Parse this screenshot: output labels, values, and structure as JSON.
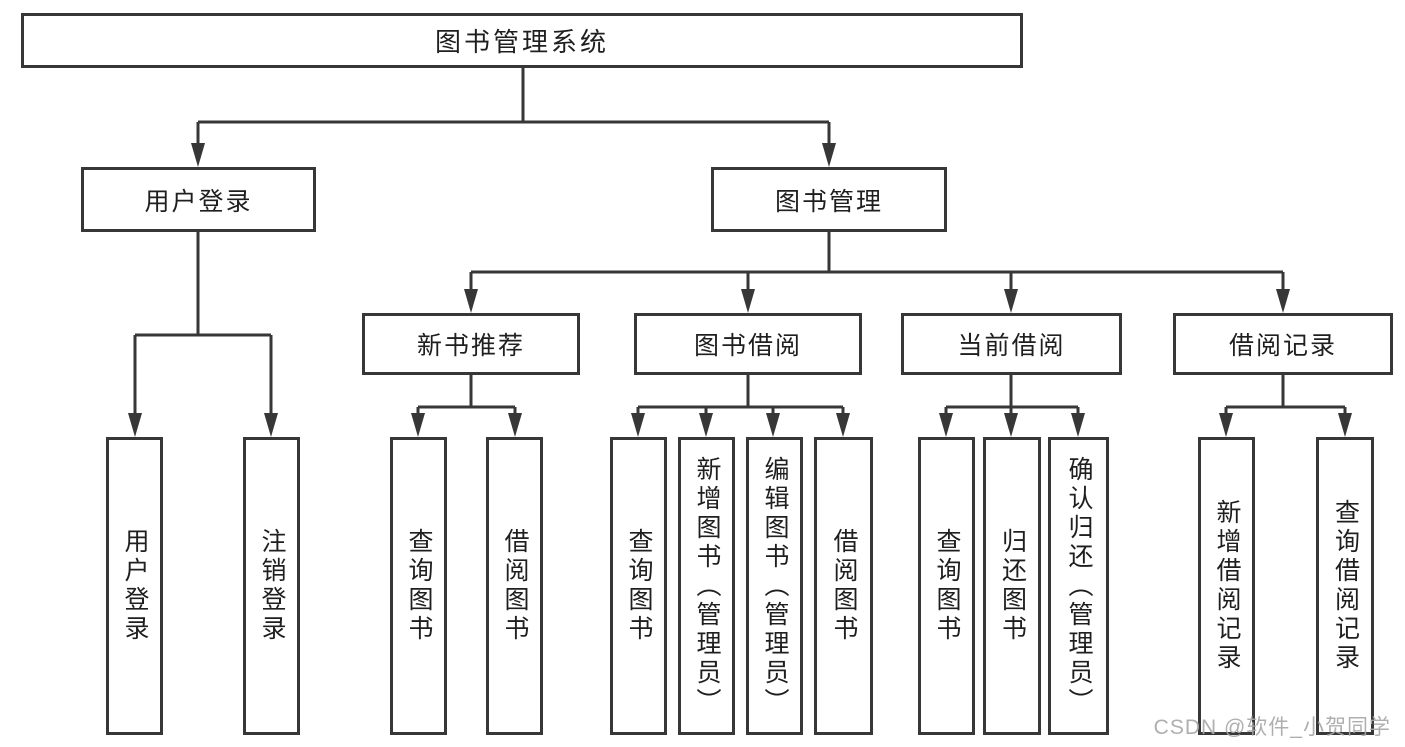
{
  "diagram": {
    "root": {
      "label": "图书管理系统"
    },
    "branches": [
      {
        "label": "用户登录",
        "children": [
          {
            "label": "用户登录"
          },
          {
            "label": "注销登录"
          }
        ]
      },
      {
        "label": "图书管理",
        "children": [
          {
            "label": "新书推荐",
            "children": [
              {
                "label": "查询图书"
              },
              {
                "label": "借阅图书"
              }
            ]
          },
          {
            "label": "图书借阅",
            "children": [
              {
                "label": "查询图书"
              },
              {
                "label": "新增图书（管理员）"
              },
              {
                "label": "编辑图书（管理员）"
              },
              {
                "label": "借阅图书"
              }
            ]
          },
          {
            "label": "当前借阅",
            "children": [
              {
                "label": "查询图书"
              },
              {
                "label": "归还图书"
              },
              {
                "label": "确认归还（管理员）"
              }
            ]
          },
          {
            "label": "借阅记录",
            "children": [
              {
                "label": "新增借阅记录"
              },
              {
                "label": "查询借阅记录"
              }
            ]
          }
        ]
      }
    ]
  },
  "watermark": {
    "text": "CSDN @软件_小贺同学"
  },
  "colors": {
    "line": "#373737",
    "text": "#1f1f1f",
    "background": "#ffffff",
    "watermark": "#a8a8a8"
  }
}
